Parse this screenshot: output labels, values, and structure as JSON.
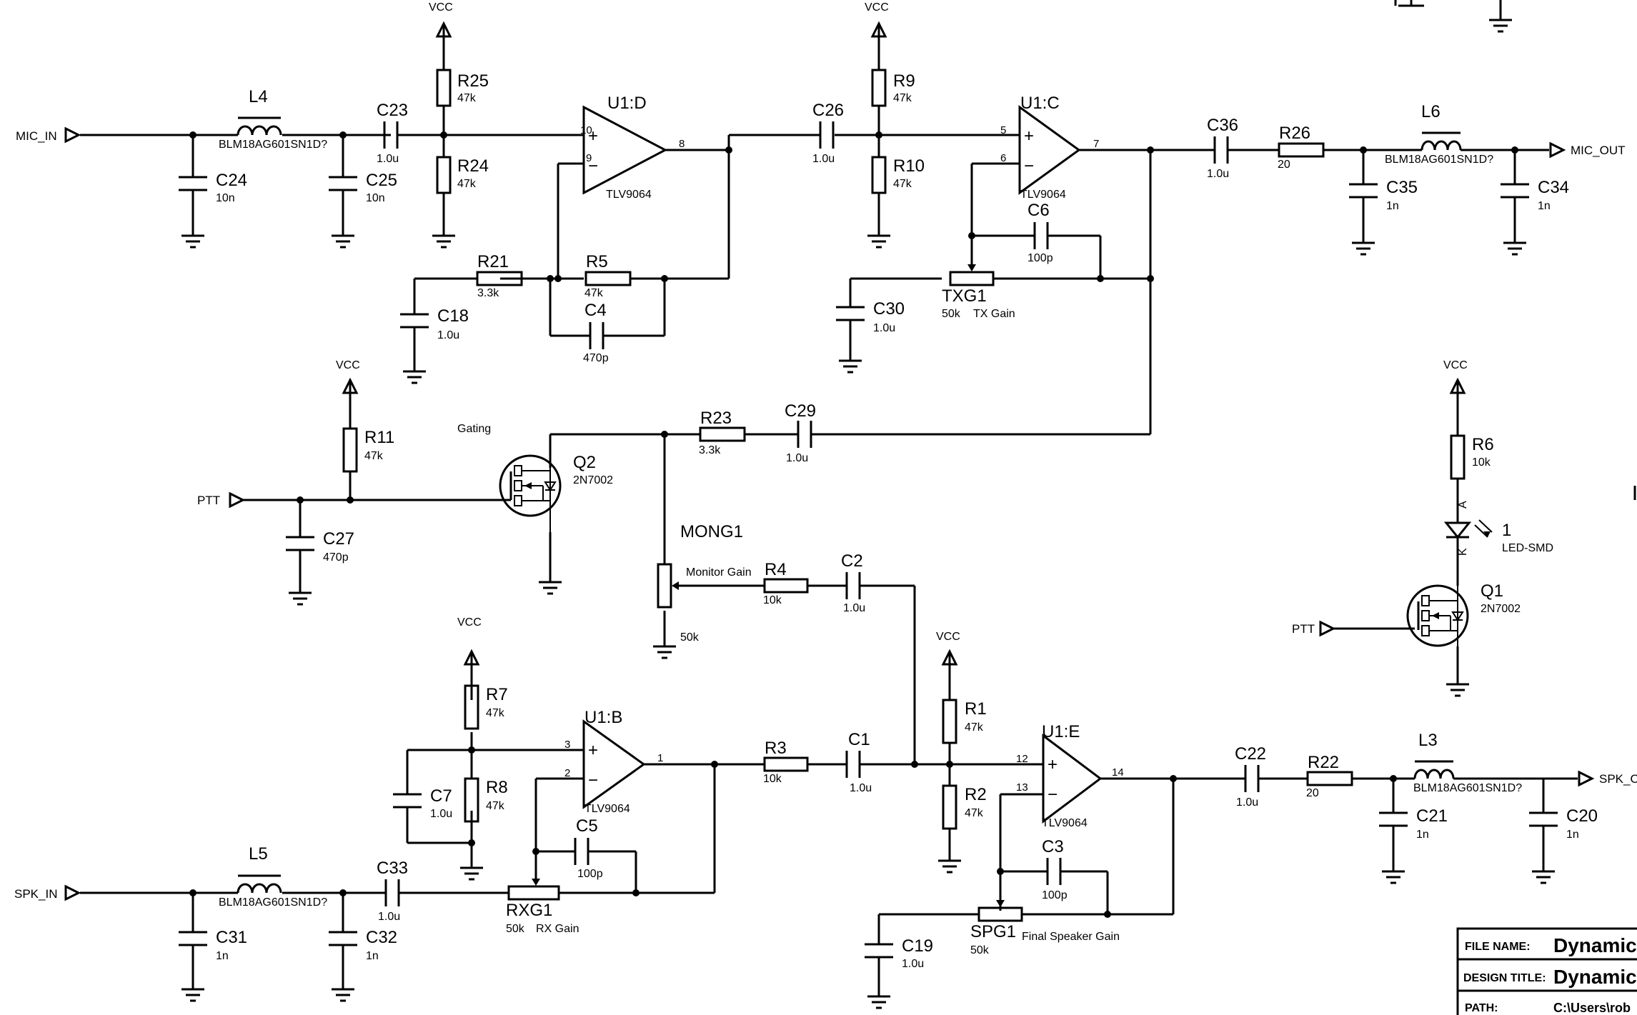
{
  "ports": {
    "mic_in": "MIC_IN",
    "mic_out": "MIC_OUT",
    "ptt_left": "PTT",
    "ptt_right": "PTT",
    "spk_in": "SPK_IN",
    "spk_out": "SPK_O"
  },
  "supply_label": "VCC",
  "opamps": {
    "u1d": {
      "ref": "U1:D",
      "part": "TLV9064",
      "pin_plus": "10",
      "pin_minus": "9",
      "pin_out": "8"
    },
    "u1c": {
      "ref": "U1:C",
      "part": "TLV9064",
      "pin_plus": "5",
      "pin_minus": "6",
      "pin_out": "7"
    },
    "u1b": {
      "ref": "U1:B",
      "part": "TLV9064",
      "pin_plus": "3",
      "pin_minus": "2",
      "pin_out": "1"
    },
    "u1e": {
      "ref": "U1:E",
      "part": "TLV9064",
      "pin_plus": "12",
      "pin_minus": "13",
      "pin_out": "14"
    }
  },
  "resistors": {
    "r25": {
      "ref": "R25",
      "value": "47k"
    },
    "r24": {
      "ref": "R24",
      "value": "47k"
    },
    "r9": {
      "ref": "R9",
      "value": "47k"
    },
    "r10": {
      "ref": "R10",
      "value": "47k"
    },
    "r21": {
      "ref": "R21",
      "value": "3.3k"
    },
    "r5": {
      "ref": "R5",
      "value": "47k"
    },
    "r26": {
      "ref": "R26",
      "value": "20"
    },
    "r11": {
      "ref": "R11",
      "value": "47k"
    },
    "r23": {
      "ref": "R23",
      "value": "3.3k"
    },
    "r6": {
      "ref": "R6",
      "value": "10k"
    },
    "r4": {
      "ref": "R4",
      "value": "10k"
    },
    "r7": {
      "ref": "R7",
      "value": "47k"
    },
    "r8": {
      "ref": "R8",
      "value": "47k"
    },
    "r3": {
      "ref": "R3",
      "value": "10k"
    },
    "r1": {
      "ref": "R1",
      "value": "47k"
    },
    "r2": {
      "ref": "R2",
      "value": "47k"
    },
    "r22": {
      "ref": "R22",
      "value": "20"
    }
  },
  "capacitors": {
    "c24": {
      "ref": "C24",
      "value": "10n"
    },
    "c25": {
      "ref": "C25",
      "value": "10n"
    },
    "c23": {
      "ref": "C23",
      "value": "1.0u"
    },
    "c26": {
      "ref": "C26",
      "value": "1.0u"
    },
    "c18": {
      "ref": "C18",
      "value": "1.0u"
    },
    "c4": {
      "ref": "C4",
      "value": "470p"
    },
    "c6": {
      "ref": "C6",
      "value": "100p"
    },
    "c30": {
      "ref": "C30",
      "value": "1.0u"
    },
    "c36": {
      "ref": "C36",
      "value": "1.0u"
    },
    "c35": {
      "ref": "C35",
      "value": "1n"
    },
    "c34": {
      "ref": "C34",
      "value": "1n"
    },
    "c27": {
      "ref": "C27",
      "value": "470p"
    },
    "c29": {
      "ref": "C29",
      "value": "1.0u"
    },
    "c2": {
      "ref": "C2",
      "value": "1.0u"
    },
    "c7": {
      "ref": "C7",
      "value": "1.0u"
    },
    "c5": {
      "ref": "C5",
      "value": "100p"
    },
    "c1": {
      "ref": "C1",
      "value": "1.0u"
    },
    "c3": {
      "ref": "C3",
      "value": "100p"
    },
    "c19": {
      "ref": "C19",
      "value": "1.0u"
    },
    "c22": {
      "ref": "C22",
      "value": "1.0u"
    },
    "c21": {
      "ref": "C21",
      "value": "1n"
    },
    "c20": {
      "ref": "C20",
      "value": "1n"
    },
    "c33": {
      "ref": "C33",
      "value": "1.0u"
    },
    "c31": {
      "ref": "C31",
      "value": "1n"
    },
    "c32": {
      "ref": "C32",
      "value": "1n"
    }
  },
  "inductors": {
    "l4": {
      "ref": "L4",
      "value": "BLM18AG601SN1D?"
    },
    "l6": {
      "ref": "L6",
      "value": "BLM18AG601SN1D?"
    },
    "l5": {
      "ref": "L5",
      "value": "BLM18AG601SN1D?"
    },
    "l3": {
      "ref": "L3",
      "value": "BLM18AG601SN1D?"
    }
  },
  "pots": {
    "txg1": {
      "ref": "TXG1",
      "value": "50k",
      "desc": "TX Gain"
    },
    "mong1": {
      "ref": "MONG1",
      "value": "50k",
      "desc": "Monitor Gain"
    },
    "rxg1": {
      "ref": "RXG1",
      "value": "50k",
      "desc": "RX Gain"
    },
    "spg1": {
      "ref": "SPG1",
      "value": "50k",
      "desc": "Final Speaker Gain"
    }
  },
  "transistors": {
    "q2": {
      "ref": "Q2",
      "part": "2N7002"
    },
    "q1": {
      "ref": "Q1",
      "part": "2N7002"
    }
  },
  "led": {
    "ref": "1",
    "part": "LED-SMD",
    "anode": "A",
    "cathode": "K"
  },
  "notes": {
    "gating": "Gating"
  },
  "title_block": {
    "file_name_label": "FILE NAME:",
    "file_name_value": "Dynamic",
    "design_title_label": "DESIGN TITLE:",
    "design_title_value": "Dynamic",
    "path_label": "PATH:",
    "path_value": "C:\\Users\\rob"
  }
}
